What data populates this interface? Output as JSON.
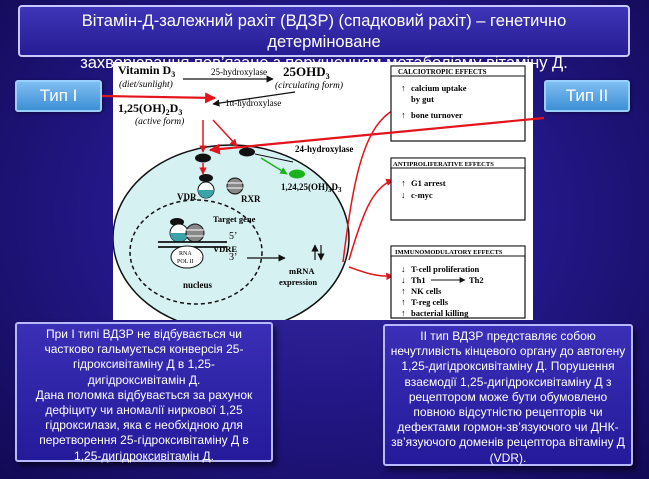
{
  "title": {
    "line1": "Вітамін-Д-залежний рахіт (ВДЗР) (спадковий рахіт) – генетично детерміноване",
    "line2": "захворювання пов’язане з порушенням метаболізму вітаміну Д."
  },
  "types": {
    "type1": "Тип I",
    "type2": "Тип II"
  },
  "diagram": {
    "vitd_name": "Vitamin D",
    "vitd_sub": "3",
    "vitd_source": "(diet/sunlight)",
    "hydroxylase25": "25-hydroxylase",
    "ohd_name": "25OHD",
    "ohd_sub": "3",
    "ohd_form": "(circulating form)",
    "active_name": "1,25(OH)",
    "active_sub1": "2",
    "active_d": "D",
    "active_sub2": "3",
    "active_form": "(active form)",
    "alpha_hydroxylase": "1α-hydroxylase",
    "hydroxylase24": "24-hydroxylase",
    "metabolite124": "1,24,25(OH)",
    "metabolite_sub1": "3",
    "metabolite_d": "D",
    "metabolite_sub2": "3",
    "vdr": "VDR",
    "rxr": "RXR",
    "target_gene": "Target gene",
    "vdre": "VDRE",
    "five_prime": "5’",
    "three_prime": "3’",
    "rna_pol": "RNA",
    "rna_pol2": "POL II",
    "nucleus": "nucleus",
    "mrna1": "mRNA",
    "mrna2": "expression",
    "calcio_header": "CALCIOTROPIC EFFECTS",
    "calcio_items": [
      "calcium uptake",
      "by gut",
      "bone turnover"
    ],
    "anti_header": "ANTIPROLIFERATIVE EFFECTS",
    "anti_items": [
      "G1 arrest",
      "c-myc"
    ],
    "immuno_header": "IMMUNOMODULATORY EFFECTS",
    "immuno_items": [
      "T-cell proliferation",
      "Th1",
      "Th2",
      "NK cells",
      "T-reg cells",
      "bacterial killing"
    ]
  },
  "notes": {
    "left": [
      "При I типі ВДЗР не відбувається чи",
      "частково гальмується конверсія 25-",
      "гідроксивітаміну Д в 1,25-",
      "дигідроксивітамін Д.",
      "Дана поломка  відбувається за рахунок",
      "дефіциту чи аномалії ниркової 1,25",
      "гідроксилази, яка є необхідною для",
      "перетворення 25-гідроксивітаміну Д в",
      "1,25-дигідроксивітамін Д."
    ],
    "right": [
      "II тип ВДЗР представляє собою",
      "нечутливість кінцевого органу до автогену",
      "1,25-дигідроксивітаміну Д. Порушення",
      "взаємодії 1,25-дигідроксивітаміну Д з",
      "рецептором може бути обумовлено",
      "повною відсутністю рецепторів чи",
      "дефектами гормон-зв’язуючого чи ДНК-",
      "зв’язуючого доменів рецептора вітаміну Д",
      "(VDR)."
    ]
  },
  "colors": {
    "arrow_red": "#e4141c",
    "hydroxylase_green": "#1bb31b"
  }
}
